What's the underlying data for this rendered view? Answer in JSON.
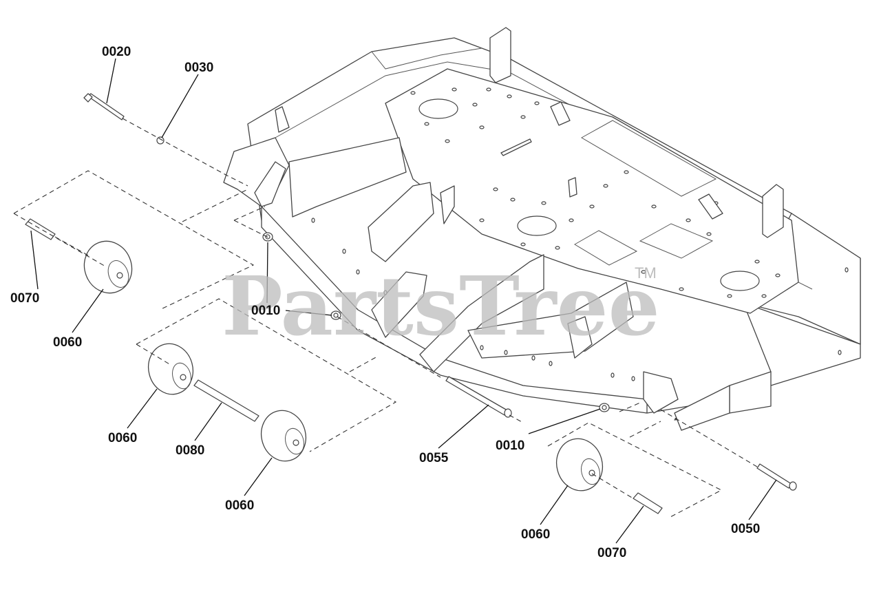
{
  "watermark": {
    "text": "PartsTree",
    "trademark": "TM"
  },
  "callouts": [
    {
      "id": "c-0020",
      "label": "0020"
    },
    {
      "id": "c-0030",
      "label": "0030"
    },
    {
      "id": "c-0070a",
      "label": "0070"
    },
    {
      "id": "c-0060a",
      "label": "0060"
    },
    {
      "id": "c-0010a",
      "label": "0010"
    },
    {
      "id": "c-0060b",
      "label": "0060"
    },
    {
      "id": "c-0080",
      "label": "0080"
    },
    {
      "id": "c-0060c",
      "label": "0060"
    },
    {
      "id": "c-0055",
      "label": "0055"
    },
    {
      "id": "c-0010b",
      "label": "0010"
    },
    {
      "id": "c-0060d",
      "label": "0060"
    },
    {
      "id": "c-0070b",
      "label": "0070"
    },
    {
      "id": "c-0050",
      "label": "0050"
    }
  ]
}
